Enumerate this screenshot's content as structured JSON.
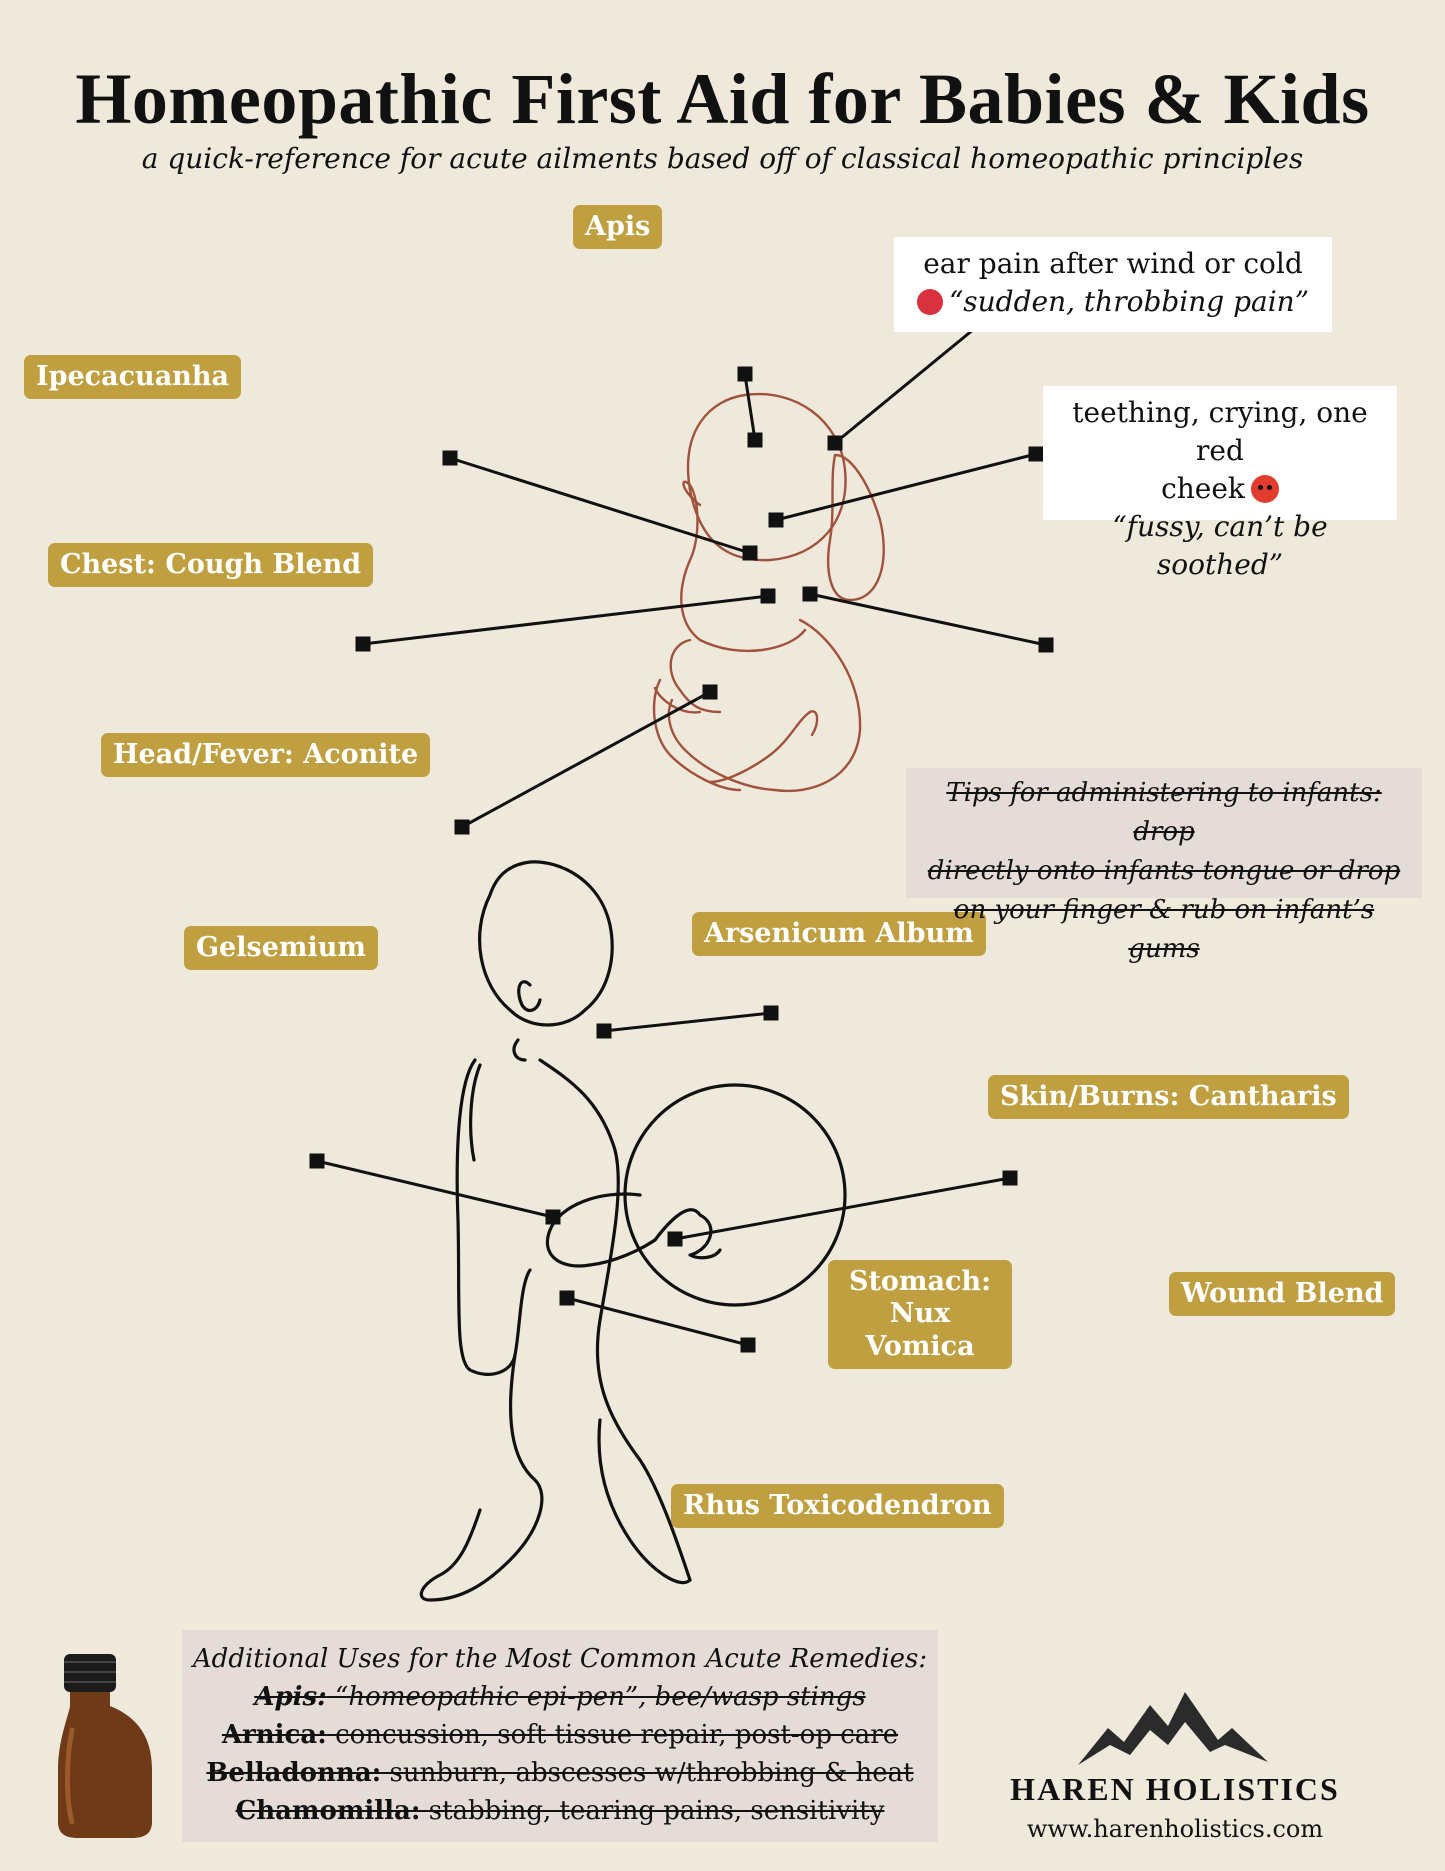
{
  "header": {
    "title": "Homeopathic First Aid for Babies & Kids",
    "subtitle": "a quick-reference for acute ailments based off of classical homeopathic principles"
  },
  "labels": {
    "apis": "Apis",
    "ipecacuanha": "Ipecacuanha",
    "chest": "Chest: Cough Blend",
    "head": "Head/Fever: Aconite",
    "gelsemium": "Gelsemium",
    "arsenicum": "Arsenicum Album",
    "skin": "Skin/Burns: Cantharis",
    "stomach_line1": "Stomach:",
    "stomach_line2": "Nux Vomica",
    "wound": "Wound Blend",
    "rhus": "Rhus Toxicodendron"
  },
  "callouts": {
    "ear": {
      "line1": "ear pain after wind or cold",
      "line2": "“sudden, throbbing pain”",
      "icon": "red-circle-icon"
    },
    "teething": {
      "line1": "teething, crying, one red",
      "line2": "cheek",
      "line3": "“fussy, can’t be soothed”",
      "icon": "angry-face-icon"
    }
  },
  "tips": {
    "line1": "Tips for administering to infants: drop",
    "line2": "directly onto infants tongue or drop",
    "line3": "on your finger & rub on infant’s gums"
  },
  "additional": {
    "heading": "Additional Uses for the Most Common Acute Remedies:",
    "items": [
      {
        "name": "Apis:",
        "text": "“homeopathic epi-pen”, bee/wasp stings"
      },
      {
        "name": "Arnica:",
        "text": "concussion, soft tissue repair, post-op care"
      },
      {
        "name": "Belladonna:",
        "text": "sunburn, abscesses w/throbbing & heat"
      },
      {
        "name": "Chamomilla:",
        "text": "stabbing, tearing pains, sensitivity"
      }
    ]
  },
  "brand": {
    "name": "HAREN HOLISTICS",
    "website": "www.harenholistics.com"
  },
  "colors": {
    "background": "#efe9dc",
    "label": "#bf9f3f",
    "baby_outline": "#a0523d",
    "bottle": "#6e3a17"
  }
}
